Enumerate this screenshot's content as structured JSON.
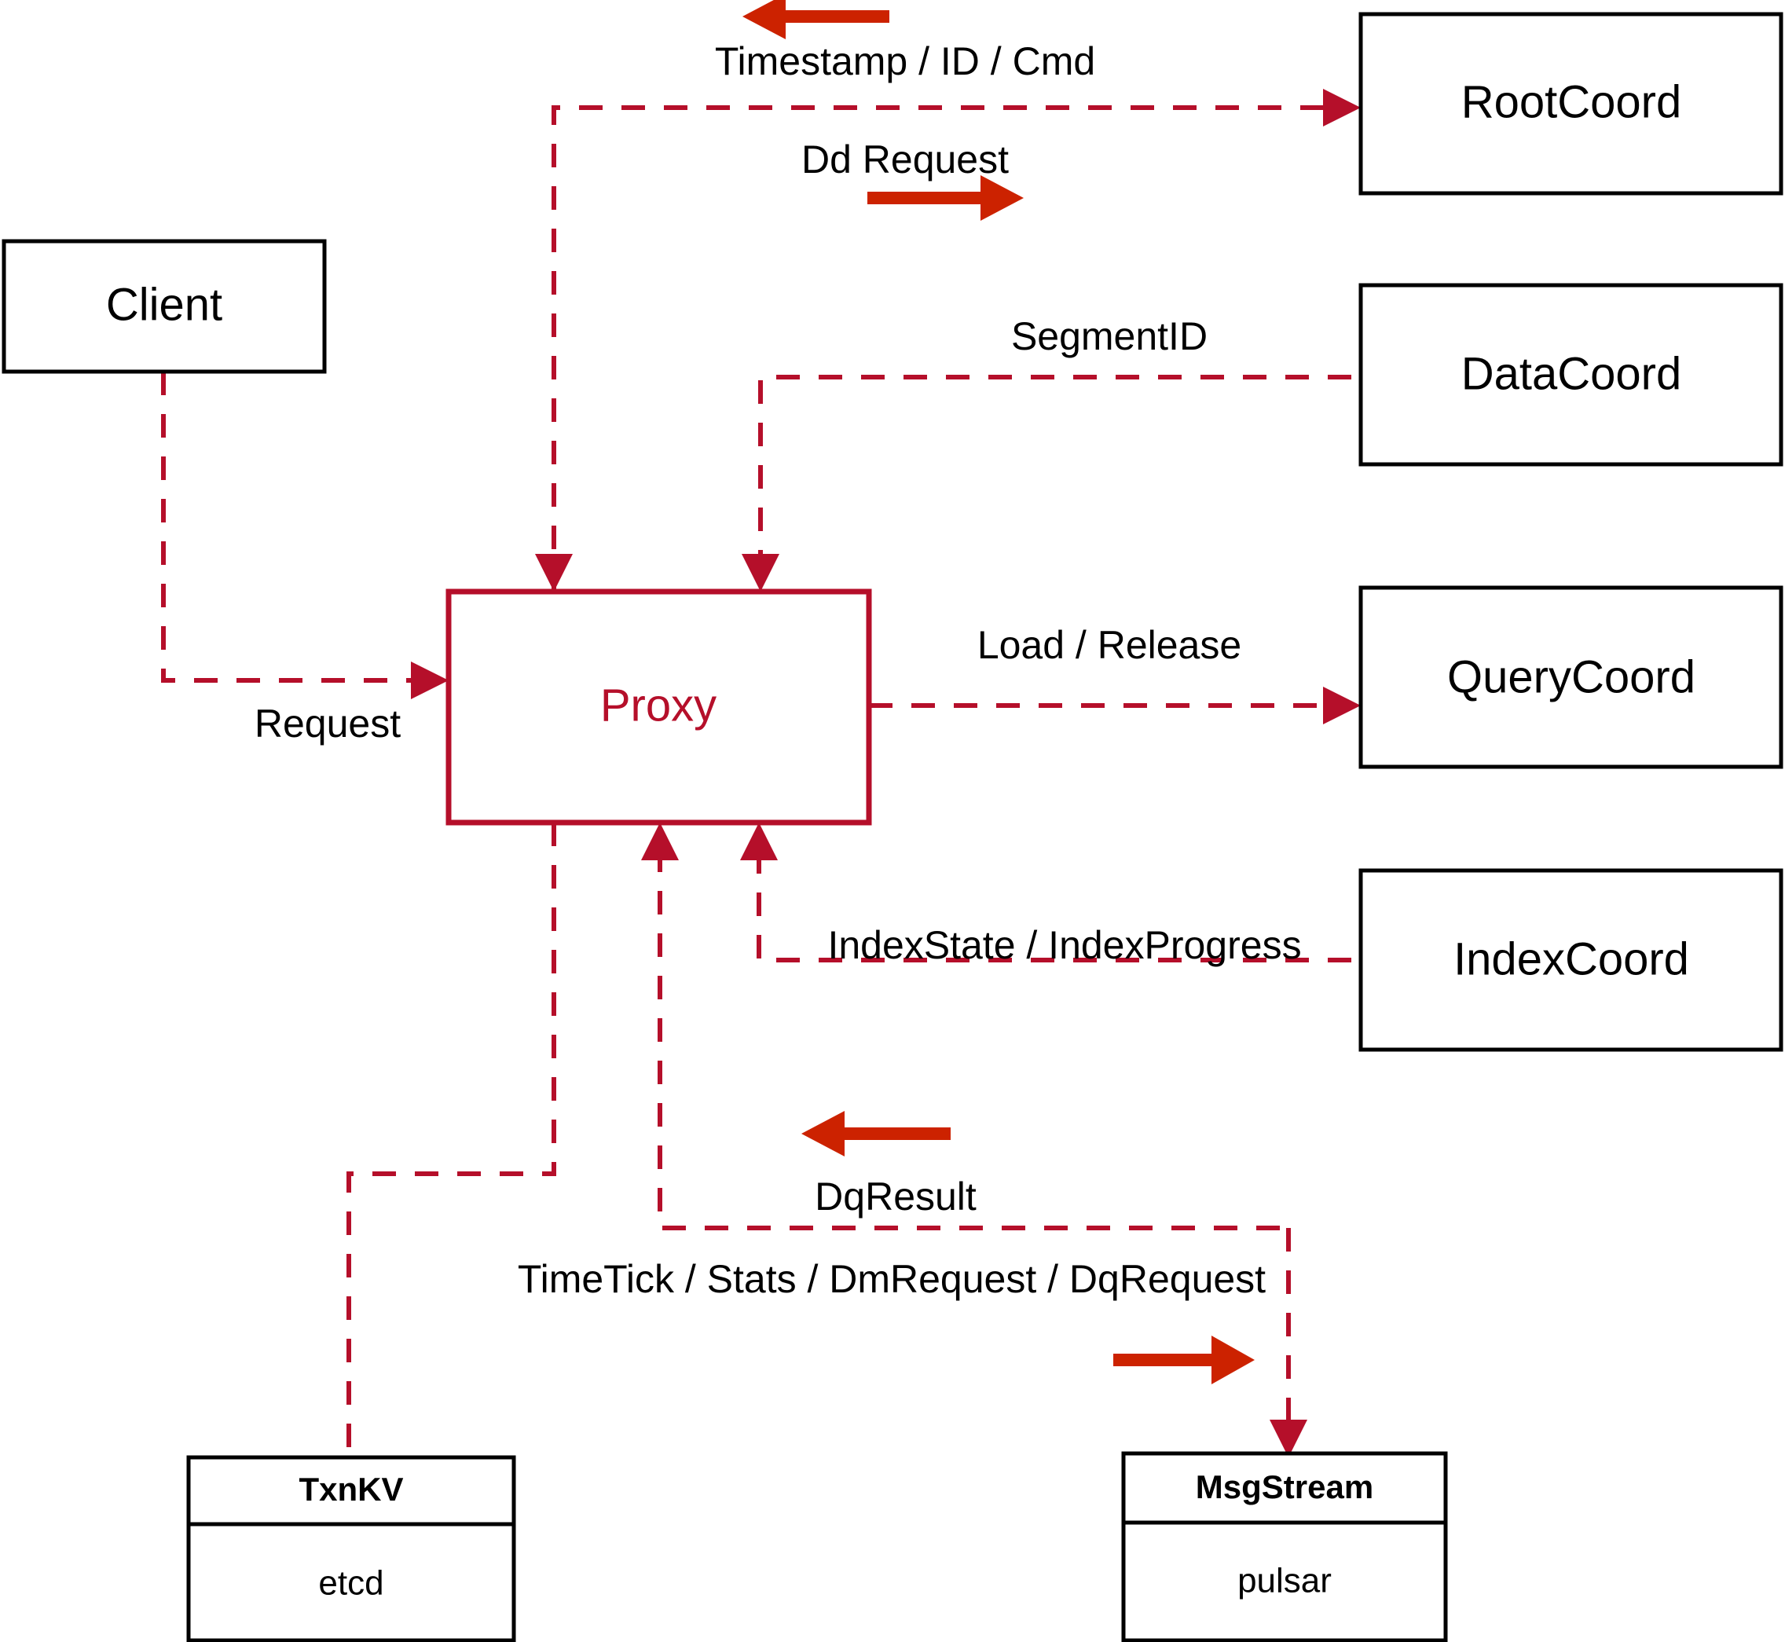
{
  "diagram": {
    "title": "Milvus Proxy interaction diagram",
    "colors": {
      "node_stroke": "#000000",
      "proxy_stroke": "#b50f2a",
      "edge": "#b50f2a",
      "flow_arrow": "#cc2200",
      "background": "#ffffff"
    },
    "nodes": {
      "client": {
        "label": "Client"
      },
      "proxy": {
        "label": "Proxy"
      },
      "root_coord": {
        "label": "RootCoord"
      },
      "data_coord": {
        "label": "DataCoord"
      },
      "query_coord": {
        "label": "QueryCoord"
      },
      "index_coord": {
        "label": "IndexCoord"
      },
      "txnkv": {
        "label": "TxnKV",
        "sublabel": "etcd"
      },
      "msgstream": {
        "label": "MsgStream",
        "sublabel": "pulsar"
      }
    },
    "edges": [
      {
        "id": "timestamp-id-cmd",
        "label": "Timestamp / ID / Cmd",
        "from": "root_coord",
        "to": "proxy",
        "direction": "left"
      },
      {
        "id": "dd-request",
        "label": "Dd Request",
        "from": "proxy",
        "to": "root_coord",
        "direction": "right"
      },
      {
        "id": "segment-id",
        "label": "SegmentID",
        "from": "data_coord",
        "to": "proxy",
        "direction": "left"
      },
      {
        "id": "request",
        "label": "Request",
        "from": "client",
        "to": "proxy",
        "direction": "right"
      },
      {
        "id": "load-release",
        "label": "Load / Release",
        "from": "proxy",
        "to": "query_coord",
        "direction": "right"
      },
      {
        "id": "index-state-progress",
        "label": "IndexState / IndexProgress",
        "from": "index_coord",
        "to": "proxy",
        "direction": "left"
      },
      {
        "id": "dq-result",
        "label": "DqResult",
        "from": "msgstream",
        "to": "proxy",
        "direction": "left"
      },
      {
        "id": "timetick-stats-dm-dq",
        "label": "TimeTick / Stats / DmRequest / DqRequest",
        "from": "proxy",
        "to": "msgstream",
        "direction": "right"
      }
    ]
  }
}
